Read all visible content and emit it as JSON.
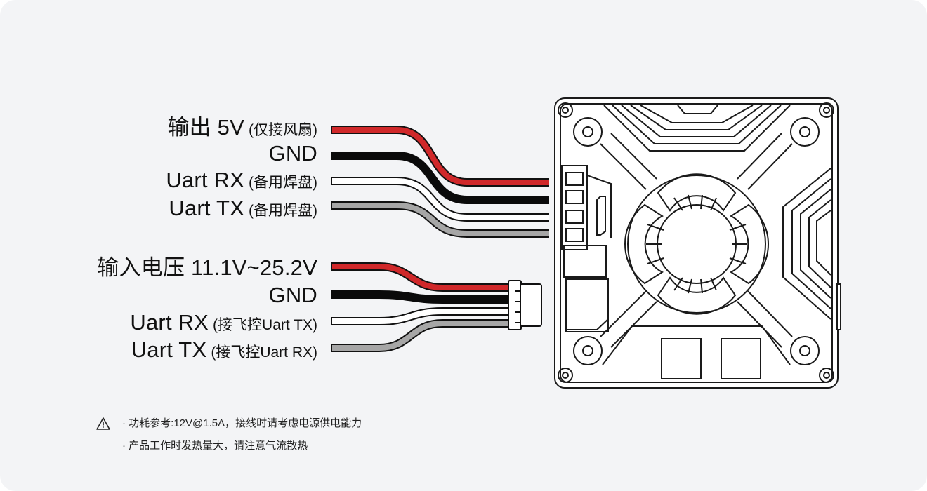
{
  "group_top": [
    {
      "main": "输出 5V",
      "sub": "(仅接风扇)",
      "color": "#d0282a"
    },
    {
      "main": "GND",
      "sub": "",
      "color": "#0a0a0a"
    },
    {
      "main": "Uart RX",
      "sub": "(备用焊盘)",
      "color": "#ffffff"
    },
    {
      "main": "Uart TX",
      "sub": "(备用焊盘)",
      "color": "#a6a6a6"
    }
  ],
  "group_bottom": [
    {
      "main": "输入电压 11.1V~25.2V",
      "sub": "",
      "color": "#d0282a"
    },
    {
      "main": "GND",
      "sub": "",
      "color": "#0a0a0a"
    },
    {
      "main": "Uart RX",
      "sub": "(接飞控Uart TX)",
      "color": "#ffffff"
    },
    {
      "main": "Uart TX",
      "sub": "(接飞控Uart RX)",
      "color": "#a6a6a6"
    }
  ],
  "notes": [
    "· 功耗参考:12V@1.5A，接线时请考虑电源供电能力",
    "· 产品工作时发热量大，请注意气流散热"
  ],
  "warning_icon": "warning-triangle-icon"
}
